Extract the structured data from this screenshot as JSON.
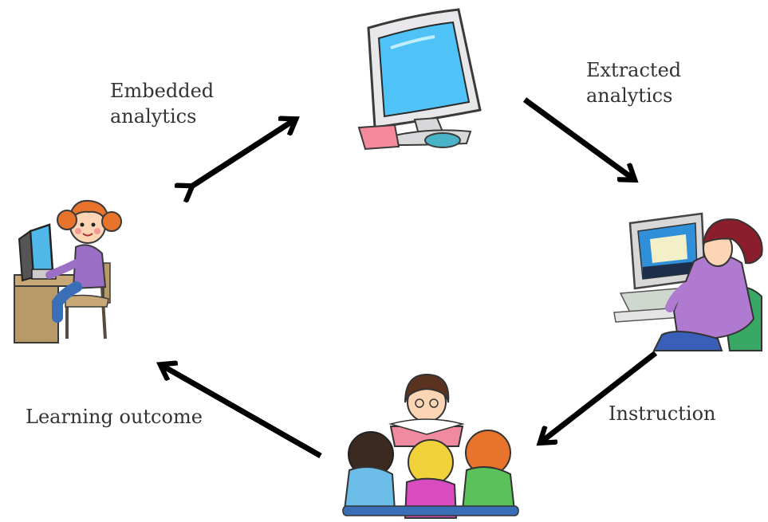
{
  "labels": {
    "embedded_line1": "Embedded",
    "embedded_line2": "analytics",
    "extracted_line1": "Extracted",
    "extracted_line2": "analytics",
    "learning_outcome": "Learning outcome",
    "instruction": "Instruction"
  },
  "nodes": [
    {
      "name": "computer",
      "icon": "computer-icon"
    },
    {
      "name": "teacher-at-computer",
      "icon": "teacher-computer-icon"
    },
    {
      "name": "student-group",
      "icon": "reading-group-icon"
    },
    {
      "name": "student-at-computer",
      "icon": "student-computer-icon"
    }
  ],
  "colors": {
    "arrow": "#000000",
    "text": "#333333",
    "screen": "#4fc3f7",
    "shirt_purple": "#9b6fc4",
    "hair_orange": "#e8742c"
  }
}
